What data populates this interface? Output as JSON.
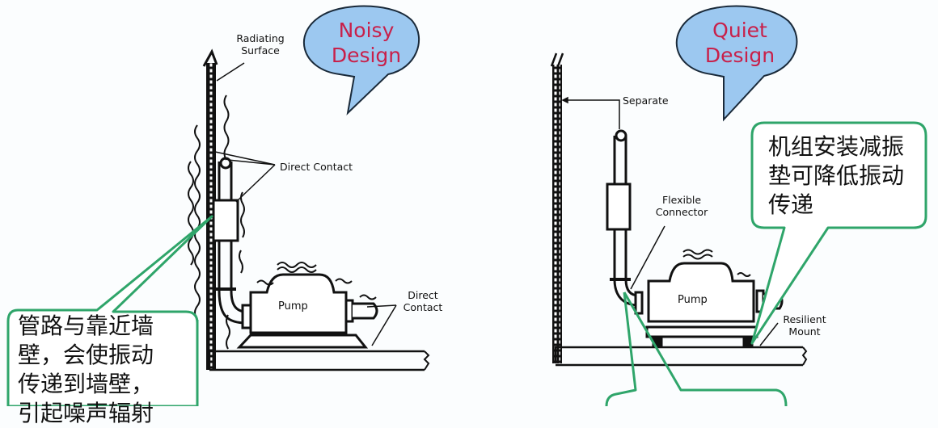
{
  "left_panel": {
    "bubble": {
      "line1": "Noisy",
      "line2": "Design"
    },
    "labels": {
      "radiating_surface_1": "Radiating",
      "radiating_surface_2": "Surface",
      "direct_contact_top": "Direct Contact",
      "pump": "Pump",
      "direct_contact_right_1": "Direct",
      "direct_contact_right_2": "Contact"
    },
    "callout": {
      "lines": [
        "管路与靠近墙",
        "壁，会使振动",
        "传递到墙壁，",
        "引起噪声辐射"
      ]
    }
  },
  "right_panel": {
    "bubble": {
      "line1": "Quiet",
      "line2": "Design"
    },
    "labels": {
      "separate": "Separate",
      "flexible_connector_1": "Flexible",
      "flexible_connector_2": "Connector",
      "pump": "Pump",
      "resilient_mount_1": "Resilient",
      "resilient_mount_2": "Mount"
    },
    "callout": {
      "lines": [
        "机组安装减振",
        "垫可降低振动",
        "传递"
      ]
    }
  },
  "colors": {
    "bubble_fill": "#9cc8f0",
    "bubble_text": "#c8204a",
    "callout_stroke": "#2fa56a",
    "line": "#111111"
  }
}
